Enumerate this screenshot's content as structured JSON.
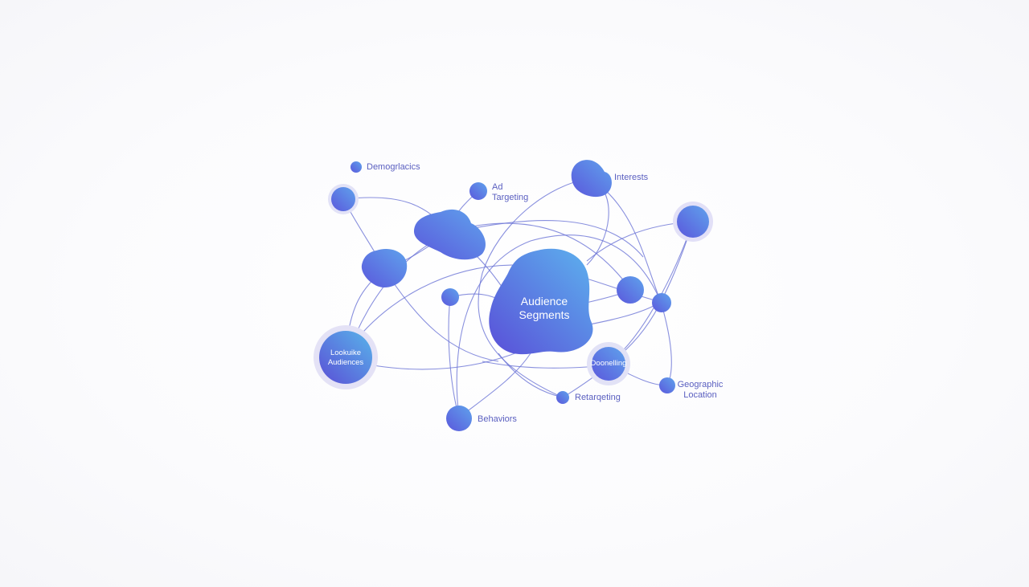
{
  "diagram": {
    "hub_label": [
      "Audience",
      "Segments"
    ],
    "labels": {
      "demographics": "Demogrlacics",
      "ad_targeting": [
        "Ad",
        "Targeting"
      ],
      "interests": "Interests",
      "lookalike": [
        "Lookuike",
        "Audiences"
      ],
      "donelling": "Doonelling",
      "geographic": [
        "Geographic",
        "Location"
      ],
      "retargeting": "Retarqeting",
      "behaviors": "Behaviors"
    },
    "colors": {
      "node_dark": "#5a62e0",
      "node_light": "#63a6ec",
      "edge": "#6c74d6",
      "halo": "#dcdcf6",
      "label": "#5a5fc0"
    }
  }
}
